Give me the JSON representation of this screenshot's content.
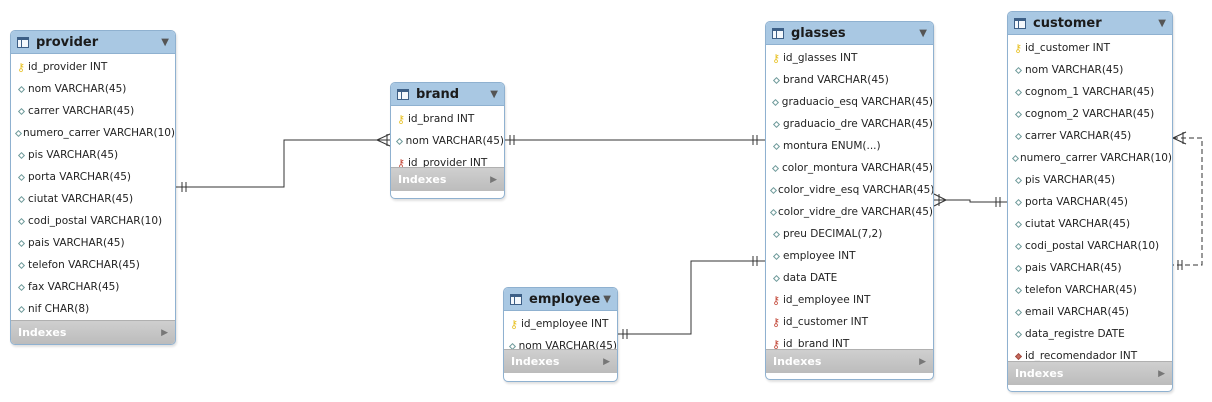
{
  "tables": {
    "provider": {
      "title": "provider",
      "indexes_label": "Indexes",
      "columns": [
        {
          "text": "id_provider INT",
          "key": "pk"
        },
        {
          "text": "nom VARCHAR(45)",
          "key": "attr"
        },
        {
          "text": "carrer VARCHAR(45)",
          "key": "attr"
        },
        {
          "text": "numero_carrer VARCHAR(10)",
          "key": "attr"
        },
        {
          "text": "pis VARCHAR(45)",
          "key": "attr"
        },
        {
          "text": "porta VARCHAR(45)",
          "key": "attr"
        },
        {
          "text": "ciutat VARCHAR(45)",
          "key": "attr"
        },
        {
          "text": "codi_postal VARCHAR(10)",
          "key": "attr"
        },
        {
          "text": "pais VARCHAR(45)",
          "key": "attr"
        },
        {
          "text": "telefon VARCHAR(45)",
          "key": "attr"
        },
        {
          "text": "fax VARCHAR(45)",
          "key": "attr"
        },
        {
          "text": "nif CHAR(8)",
          "key": "attr"
        }
      ]
    },
    "brand": {
      "title": "brand",
      "indexes_label": "Indexes",
      "columns": [
        {
          "text": "id_brand INT",
          "key": "pk"
        },
        {
          "text": "nom VARCHAR(45)",
          "key": "attr"
        },
        {
          "text": "id_provider INT",
          "key": "fk"
        }
      ]
    },
    "employee": {
      "title": "employee",
      "indexes_label": "Indexes",
      "columns": [
        {
          "text": "id_employee INT",
          "key": "pk"
        },
        {
          "text": "nom VARCHAR(45)",
          "key": "attr"
        }
      ]
    },
    "glasses": {
      "title": "glasses",
      "indexes_label": "Indexes",
      "columns": [
        {
          "text": "id_glasses INT",
          "key": "pk"
        },
        {
          "text": "brand VARCHAR(45)",
          "key": "attr"
        },
        {
          "text": "graduacio_esq VARCHAR(45)",
          "key": "attr"
        },
        {
          "text": "graduacio_dre VARCHAR(45)",
          "key": "attr"
        },
        {
          "text": "montura ENUM(...)",
          "key": "attr"
        },
        {
          "text": "color_montura VARCHAR(45)",
          "key": "attr"
        },
        {
          "text": "color_vidre_esq VARCHAR(45)",
          "key": "attr"
        },
        {
          "text": "color_vidre_dre VARCHAR(45)",
          "key": "attr"
        },
        {
          "text": "preu DECIMAL(7,2)",
          "key": "attr"
        },
        {
          "text": "employee INT",
          "key": "attr"
        },
        {
          "text": "data DATE",
          "key": "attr"
        },
        {
          "text": "id_employee INT",
          "key": "fk"
        },
        {
          "text": "id_customer INT",
          "key": "fk"
        },
        {
          "text": "id_brand INT",
          "key": "fk"
        }
      ]
    },
    "customer": {
      "title": "customer",
      "indexes_label": "Indexes",
      "columns": [
        {
          "text": "id_customer INT",
          "key": "pk"
        },
        {
          "text": "nom VARCHAR(45)",
          "key": "attr"
        },
        {
          "text": "cognom_1 VARCHAR(45)",
          "key": "attr"
        },
        {
          "text": "cognom_2 VARCHAR(45)",
          "key": "attr"
        },
        {
          "text": "carrer VARCHAR(45)",
          "key": "attr"
        },
        {
          "text": "numero_carrer VARCHAR(10)",
          "key": "attr"
        },
        {
          "text": "pis VARCHAR(45)",
          "key": "attr"
        },
        {
          "text": "porta VARCHAR(45)",
          "key": "attr"
        },
        {
          "text": "ciutat VARCHAR(45)",
          "key": "attr"
        },
        {
          "text": "codi_postal VARCHAR(10)",
          "key": "attr"
        },
        {
          "text": "pais VARCHAR(45)",
          "key": "attr"
        },
        {
          "text": "telefon VARCHAR(45)",
          "key": "attr"
        },
        {
          "text": "email VARCHAR(45)",
          "key": "attr"
        },
        {
          "text": "data_registre DATE",
          "key": "attr"
        },
        {
          "text": "id_recomendador INT",
          "key": "fk-attr"
        }
      ]
    }
  },
  "colors": {
    "header_bg": "#a9c8e3",
    "border": "#8fb1d0",
    "indexes_bg": "#c6c6c6",
    "pk_icon": "#e8c227",
    "fk_icon": "#c44b3c",
    "connector": "#333333"
  }
}
